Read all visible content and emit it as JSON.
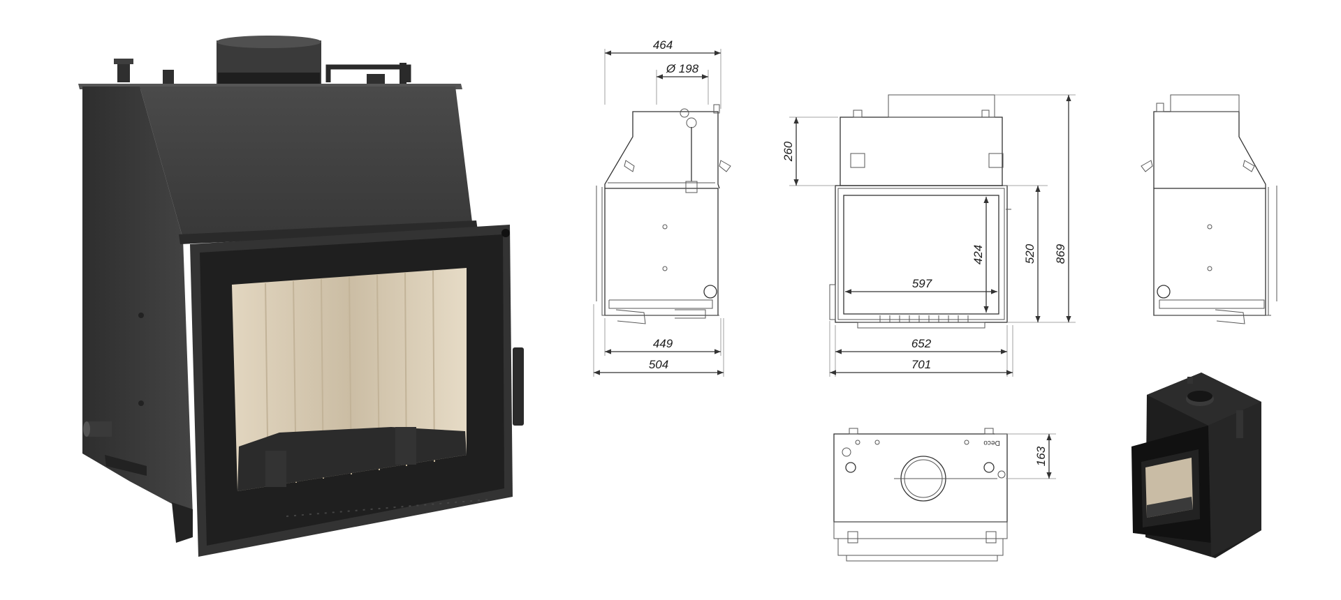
{
  "drawing": {
    "side_view": {
      "width_top": "464",
      "flue_diameter": "Ø 198",
      "depth_inner": "449",
      "depth_outer": "504"
    },
    "front_view": {
      "top_height": "260",
      "opening_height": "424",
      "opening_width": "597",
      "door_height": "520",
      "total_height": "869",
      "width_inner": "652",
      "width_outer": "701"
    },
    "top_view": {
      "flue_offset": "163",
      "logo_text": "Deco"
    }
  },
  "colors": {
    "body": "#3d3d3d",
    "body_dark": "#242424",
    "glass": "#d8cbb4",
    "line": "#333333"
  }
}
